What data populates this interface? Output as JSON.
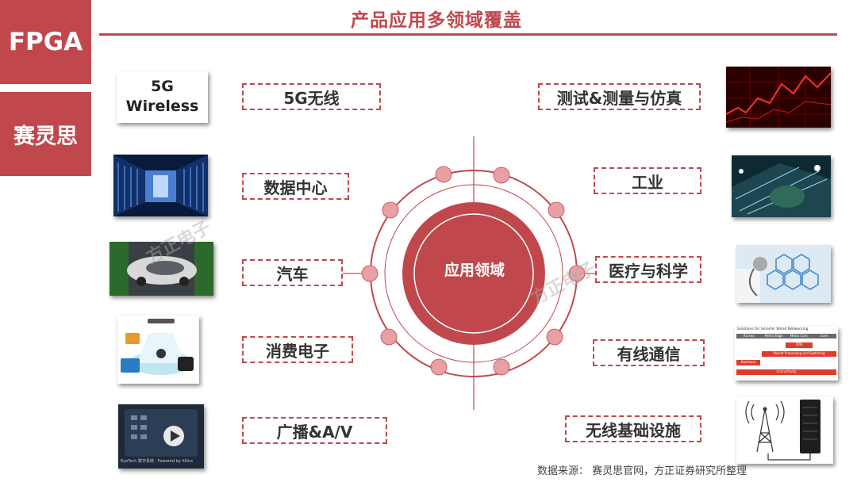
{
  "tags": {
    "fpga": "FPGA",
    "company": "赛灵思"
  },
  "title": "产品应用多领域覆盖",
  "center": {
    "label": "应用领域"
  },
  "left": [
    {
      "label": "5G无线",
      "thumb_lines": [
        "5G",
        "Wireless"
      ]
    },
    {
      "label": "数据中心"
    },
    {
      "label": "汽车"
    },
    {
      "label": "消费电子"
    },
    {
      "label": "广播&A/V",
      "thumb_caption": "EyeTech 数字系统 · Powered by Xilinx"
    }
  ],
  "right": [
    {
      "label": "测试&测量与仿真"
    },
    {
      "label": "工业"
    },
    {
      "label": "医疗与科学"
    },
    {
      "label": "有线通信",
      "thumb_title": "Solutions for Smarter Wired Networking",
      "thumb_cols": [
        "Access",
        "Metro Edge",
        "Metro Core",
        "Core"
      ],
      "thumb_bars": [
        "OTN",
        "Packet Processing and Switching",
        "Backhaul",
        "Connectivity"
      ]
    },
    {
      "label": "无线基础设施"
    }
  ],
  "watermark": "方正电子",
  "source": "数据来源： 赛灵思官网，方正证券研究所整理",
  "colors": {
    "accent": "#c0484d",
    "dot": "#e8a0a3"
  }
}
